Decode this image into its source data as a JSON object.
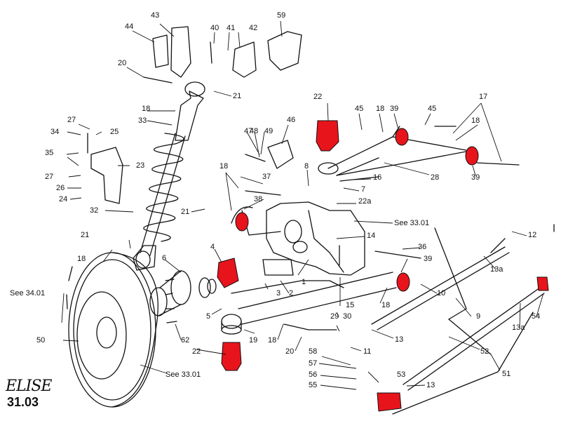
{
  "title": "Rear suspension exploded view",
  "brand": "ELISE",
  "figure_ref": "31.03",
  "highlight_color": "#e8141c",
  "line_color": "#111111",
  "highlighted_parts": [
    "4",
    "22",
    "38",
    "39"
  ],
  "labels": [
    {
      "id": "l43",
      "text": "43"
    },
    {
      "id": "l44",
      "text": "44"
    },
    {
      "id": "l40",
      "text": "40"
    },
    {
      "id": "l41",
      "text": "41"
    },
    {
      "id": "l42",
      "text": "42"
    },
    {
      "id": "l59",
      "text": "59"
    },
    {
      "id": "l20a",
      "text": "20"
    },
    {
      "id": "l21a",
      "text": "21"
    },
    {
      "id": "l18a",
      "text": "18"
    },
    {
      "id": "l33",
      "text": "33"
    },
    {
      "id": "l27a",
      "text": "27"
    },
    {
      "id": "l34",
      "text": "34"
    },
    {
      "id": "l25",
      "text": "25"
    },
    {
      "id": "l35",
      "text": "35"
    },
    {
      "id": "l23",
      "text": "23"
    },
    {
      "id": "l27b",
      "text": "27"
    },
    {
      "id": "l26",
      "text": "26"
    },
    {
      "id": "l24",
      "text": "24"
    },
    {
      "id": "l32",
      "text": "32"
    },
    {
      "id": "l21b",
      "text": "21"
    },
    {
      "id": "l18b",
      "text": "18"
    },
    {
      "id": "l37",
      "text": "37"
    },
    {
      "id": "l38",
      "text": "38"
    },
    {
      "id": "l47",
      "text": "47"
    },
    {
      "id": "l48",
      "text": "48"
    },
    {
      "id": "l49",
      "text": "49"
    },
    {
      "id": "l46",
      "text": "46"
    },
    {
      "id": "l22a",
      "text": "22"
    },
    {
      "id": "l45a",
      "text": "45"
    },
    {
      "id": "l18c",
      "text": "18"
    },
    {
      "id": "l39a",
      "text": "39"
    },
    {
      "id": "l45b",
      "text": "45"
    },
    {
      "id": "l17",
      "text": "17"
    },
    {
      "id": "l18d",
      "text": "18"
    },
    {
      "id": "l39b",
      "text": "39"
    },
    {
      "id": "l28",
      "text": "28"
    },
    {
      "id": "l8",
      "text": "8"
    },
    {
      "id": "l16",
      "text": "16"
    },
    {
      "id": "l7",
      "text": "7"
    },
    {
      "id": "l22aa",
      "text": "22a"
    },
    {
      "id": "lsee3301a",
      "text": "See 33.01"
    },
    {
      "id": "l12",
      "text": "12"
    },
    {
      "id": "l14",
      "text": "14"
    },
    {
      "id": "l21c",
      "text": "21"
    },
    {
      "id": "l18e",
      "text": "18"
    },
    {
      "id": "l6",
      "text": "6"
    },
    {
      "id": "l4",
      "text": "4"
    },
    {
      "id": "l36",
      "text": "36"
    },
    {
      "id": "l13a1",
      "text": "13a"
    },
    {
      "id": "l39c",
      "text": "39"
    },
    {
      "id": "l1",
      "text": "1"
    },
    {
      "id": "l2",
      "text": "2"
    },
    {
      "id": "l3",
      "text": "3"
    },
    {
      "id": "l5",
      "text": "5"
    },
    {
      "id": "l15",
      "text": "15"
    },
    {
      "id": "l18f",
      "text": "18"
    },
    {
      "id": "l10",
      "text": "10"
    },
    {
      "id": "lsee3401",
      "text": "See 34.01"
    },
    {
      "id": "l29",
      "text": "29"
    },
    {
      "id": "l30",
      "text": "30"
    },
    {
      "id": "l9",
      "text": "9"
    },
    {
      "id": "l54",
      "text": "54"
    },
    {
      "id": "l13b",
      "text": "13"
    },
    {
      "id": "l13a2",
      "text": "13a"
    },
    {
      "id": "l50",
      "text": "50"
    },
    {
      "id": "l62",
      "text": "62"
    },
    {
      "id": "l19",
      "text": "19"
    },
    {
      "id": "l18g",
      "text": "18"
    },
    {
      "id": "l20b",
      "text": "20"
    },
    {
      "id": "l11",
      "text": "11"
    },
    {
      "id": "l22b",
      "text": "22"
    },
    {
      "id": "l58",
      "text": "58"
    },
    {
      "id": "l52",
      "text": "52"
    },
    {
      "id": "l57",
      "text": "57"
    },
    {
      "id": "l53",
      "text": "53"
    },
    {
      "id": "lsee3301b",
      "text": "See 33.01"
    },
    {
      "id": "l56",
      "text": "56"
    },
    {
      "id": "l55",
      "text": "55"
    },
    {
      "id": "l13c",
      "text": "13"
    },
    {
      "id": "l51",
      "text": "51"
    }
  ]
}
